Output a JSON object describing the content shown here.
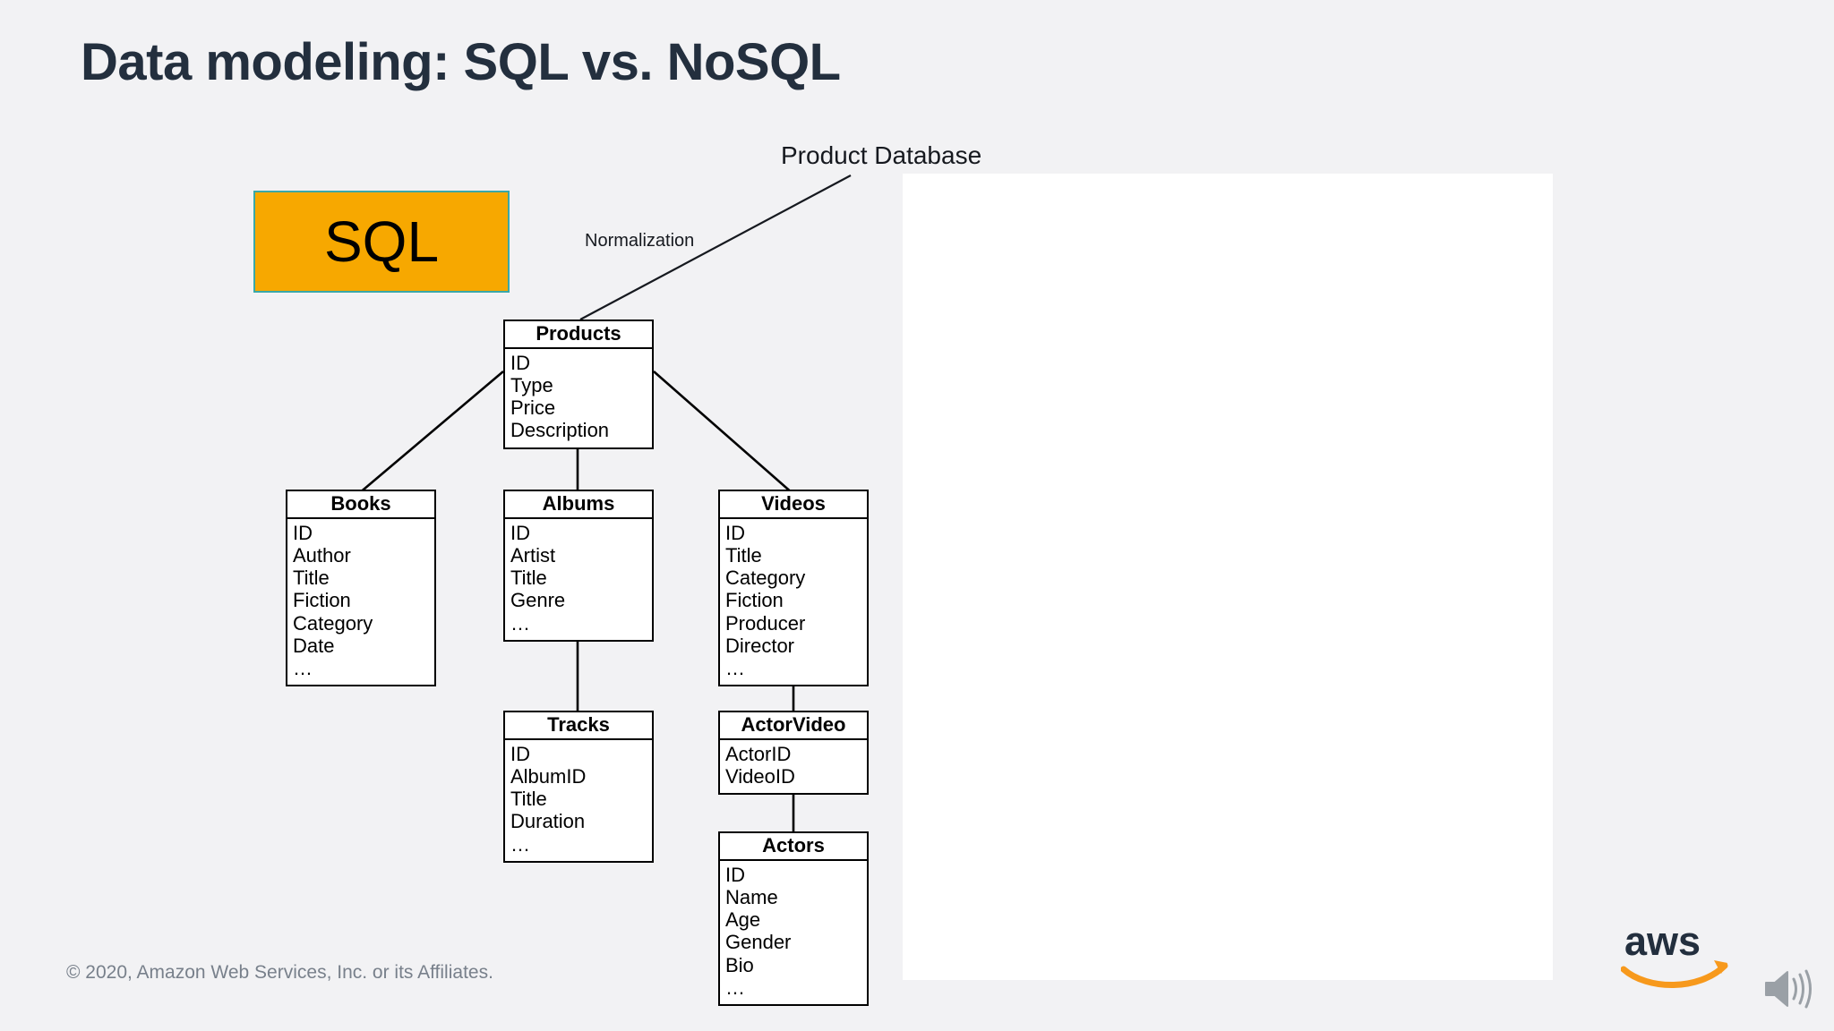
{
  "slide": {
    "title": "Data modeling: SQL vs. NoSQL",
    "background_color": "#f2f2f4",
    "title_color": "#232f3e"
  },
  "sql_badge": {
    "label": "SQL",
    "fill_color": "#f7a800",
    "border_color": "#3aa8a8"
  },
  "callouts": {
    "product_database": "Product Database",
    "normalization": "Normalization"
  },
  "entities": [
    {
      "key": "products",
      "name": "Products",
      "fields": [
        "ID",
        "Type",
        "Price",
        "Description"
      ]
    },
    {
      "key": "books",
      "name": "Books",
      "fields": [
        "ID",
        "Author",
        "Title",
        "Fiction",
        "Category",
        "Date",
        "…"
      ]
    },
    {
      "key": "albums",
      "name": "Albums",
      "fields": [
        "ID",
        "Artist",
        "Title",
        "Genre",
        "…"
      ]
    },
    {
      "key": "videos",
      "name": "Videos",
      "fields": [
        "ID",
        "Title",
        "Category",
        "Fiction",
        "Producer",
        "Director",
        "…"
      ]
    },
    {
      "key": "tracks",
      "name": "Tracks",
      "fields": [
        "ID",
        "AlbumID",
        "Title",
        "Duration",
        "…"
      ]
    },
    {
      "key": "actorvideo",
      "name": "ActorVideo",
      "fields": [
        "ActorID",
        "VideoID"
      ]
    },
    {
      "key": "actors",
      "name": "Actors",
      "fields": [
        "ID",
        "Name",
        "Age",
        "Gender",
        "Bio",
        "…"
      ]
    }
  ],
  "relationships": [
    {
      "from": "products",
      "to": "books"
    },
    {
      "from": "products",
      "to": "albums"
    },
    {
      "from": "products",
      "to": "videos"
    },
    {
      "from": "albums",
      "to": "tracks"
    },
    {
      "from": "videos",
      "to": "actorvideo"
    },
    {
      "from": "actorvideo",
      "to": "actors"
    }
  ],
  "nosql_panel": {
    "fill_color": "#ffffff"
  },
  "footer": {
    "copyright": "© 2020, Amazon Web Services, Inc. or its Affiliates."
  },
  "branding": {
    "logo_wordmark": "aws",
    "logo_color": "#232f3e",
    "smile_color": "#f7991c",
    "volume_icon": "volume-icon"
  }
}
